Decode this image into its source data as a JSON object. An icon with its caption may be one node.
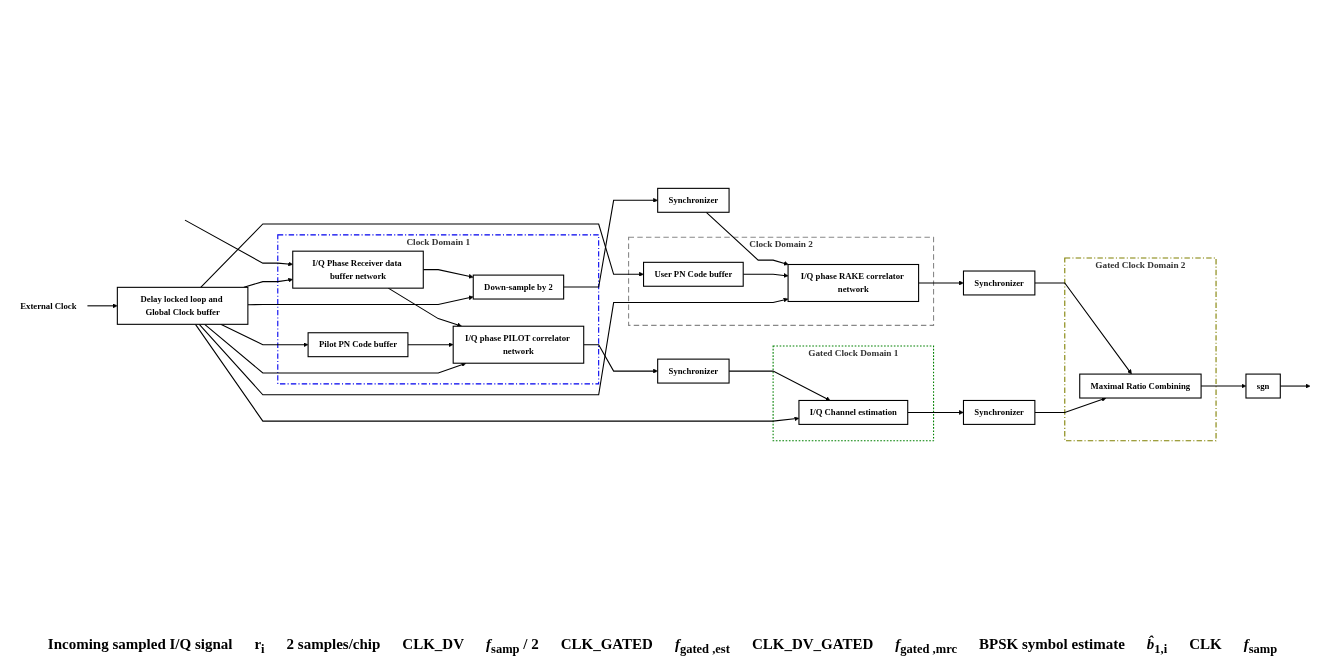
{
  "diagram": {
    "nodes": [
      {
        "text": [
          "Clock Domain 1"
        ]
      },
      {
        "text": [
          "I/Q Phase Receiver data buffer network"
        ],
        "in": 0
      },
      {
        "text": [
          "Down-sample by 2"
        ],
        "in": 0
      },
      {
        "text": [
          "I/Q phase PILOT correlator network"
        ],
        "in": 0
      },
      {
        "text": [
          "Pilot PN Code buffer"
        ],
        "in": 0
      },
      {
        "text": [
          "Synchronizer"
        ]
      },
      {
        "text": [
          "Synchronizer"
        ]
      },
      {
        "text": [
          "Clock Domain 2"
        ]
      },
      {
        "text": [
          "User PN Code buffer"
        ],
        "in": 7
      },
      {
        "text": [
          "I/Q phase RAKE correlator network"
        ],
        "in": 7
      },
      {
        "text": [
          "Gated Clock Domain 1"
        ]
      },
      {
        "text": [
          "I/Q Channel estimation"
        ],
        "in": 10
      },
      {
        "text": [
          "Synchronizer"
        ]
      },
      {
        "text": [
          "Synchronizer"
        ]
      },
      {
        "text": [
          "Gated Clock Domain 2"
        ]
      },
      {
        "text": [
          "Maximal Ratio Combining"
        ],
        "in": 14
      },
      {
        "text": [
          "sgn"
        ]
      },
      {
        "text": [
          "Delay locked loop and Global Clock buffer"
        ]
      },
      {
        "text": [
          "External Clock"
        ]
      }
    ],
    "edges": [
      {
        "from": null,
        "to": 1,
        "arrow": "to"
      },
      {
        "from": 1,
        "to": 2,
        "arrow": "to"
      },
      {
        "from": 1,
        "to": 3,
        "arrow": "to"
      },
      {
        "from": 4,
        "to": 3,
        "arrow": "to"
      },
      {
        "from": 2,
        "to": 5,
        "arrow": "to"
      },
      {
        "from": 3,
        "to": 6,
        "arrow": "to"
      },
      {
        "from": 5,
        "to": 9,
        "arrow": "to"
      },
      {
        "from": 8,
        "to": 9,
        "arrow": "to"
      },
      {
        "from": 9,
        "to": 12,
        "arrow": "to"
      },
      {
        "from": 6,
        "to": 11,
        "arrow": "to"
      },
      {
        "from": 11,
        "to": 13,
        "arrow": "to"
      },
      {
        "from": 12,
        "to": 15,
        "arrow": "to"
      },
      {
        "from": 13,
        "to": 15,
        "arrow": "to"
      },
      {
        "from": 15,
        "to": 16,
        "arrow": "to"
      },
      {
        "from": 16,
        "to": null,
        "arrow": "to"
      },
      {
        "from": 18,
        "to": 17,
        "arrow": "to"
      },
      {
        "from": 17,
        "to": 1,
        "arrow": "to"
      },
      {
        "from": 17,
        "to": 2,
        "arrow": "to"
      },
      {
        "from": 17,
        "to": 3,
        "arrow": "to"
      },
      {
        "from": 17,
        "to": 4,
        "arrow": "to"
      },
      {
        "from": 17,
        "to": 8,
        "arrow": "to"
      },
      {
        "from": 17,
        "to": 9,
        "arrow": "to"
      },
      {
        "from": 17,
        "to": 11,
        "arrow": "to"
      }
    ],
    "labels": [
      "Incoming sampled I/Q signal",
      "r$_{i}$",
      "2 samples/chip",
      "CLK_DV",
      "*f*$_{samp}$ / 2",
      "CLK_GATED",
      "*f*$_{gated ,est}$",
      "CLK_DV_GATED",
      "*f*$_{gated ,mrc}$",
      "BPSK symbol estimate",
      "*b̂*$_{1,i}$",
      "CLK",
      "*f*$_{samp}$"
    ]
  }
}
